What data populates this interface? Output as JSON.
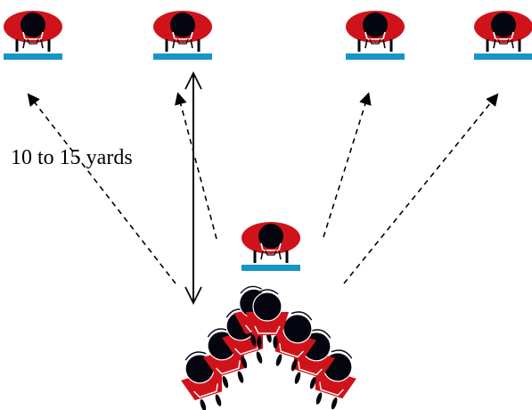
{
  "distance_label": "10 to 15 yards",
  "colors": {
    "player_red": "#d0131a",
    "helmet_black": "#050510",
    "pad_blue": "#1795c9",
    "line_black": "#000000",
    "background": "#ffffff"
  },
  "players": {
    "receivers_count": 4,
    "quarterback_count": 1,
    "linemen_count": 8
  }
}
